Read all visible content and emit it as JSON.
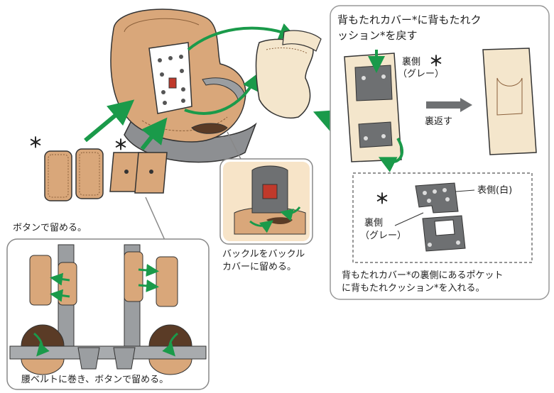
{
  "colors": {
    "tan": "#d9a77a",
    "tan_dark": "#c48d5c",
    "cream": "#f4e6cc",
    "gray": "#7a7c7e",
    "green": "#1a9a4a",
    "brown": "#5a3b26",
    "panel_border": "#9a9a9a"
  },
  "labels": {
    "top_right_title_1": "背もたれカバー*に背もたれク",
    "top_right_title_2": "ッション*を戻す",
    "back_side_gray_1": "裏側",
    "back_side_gray_2": "（グレー）",
    "flip": "裏返す",
    "front_side_white": "表側(白)",
    "back_side_gray_b1": "裏側",
    "back_side_gray_b2": "（グレー）",
    "pocket_note_1": "背もたれカバー*の裏側にあるポケット",
    "pocket_note_2": "に背もたれクッション*を入れる。",
    "button_fasten": "ボタンで留める。",
    "buckle_1": "バックルをバックル",
    "buckle_2": "カバーに留める。",
    "waist_belt": "腰ベルトに巻き、ボタンで留める。",
    "asterisk": "＊"
  }
}
